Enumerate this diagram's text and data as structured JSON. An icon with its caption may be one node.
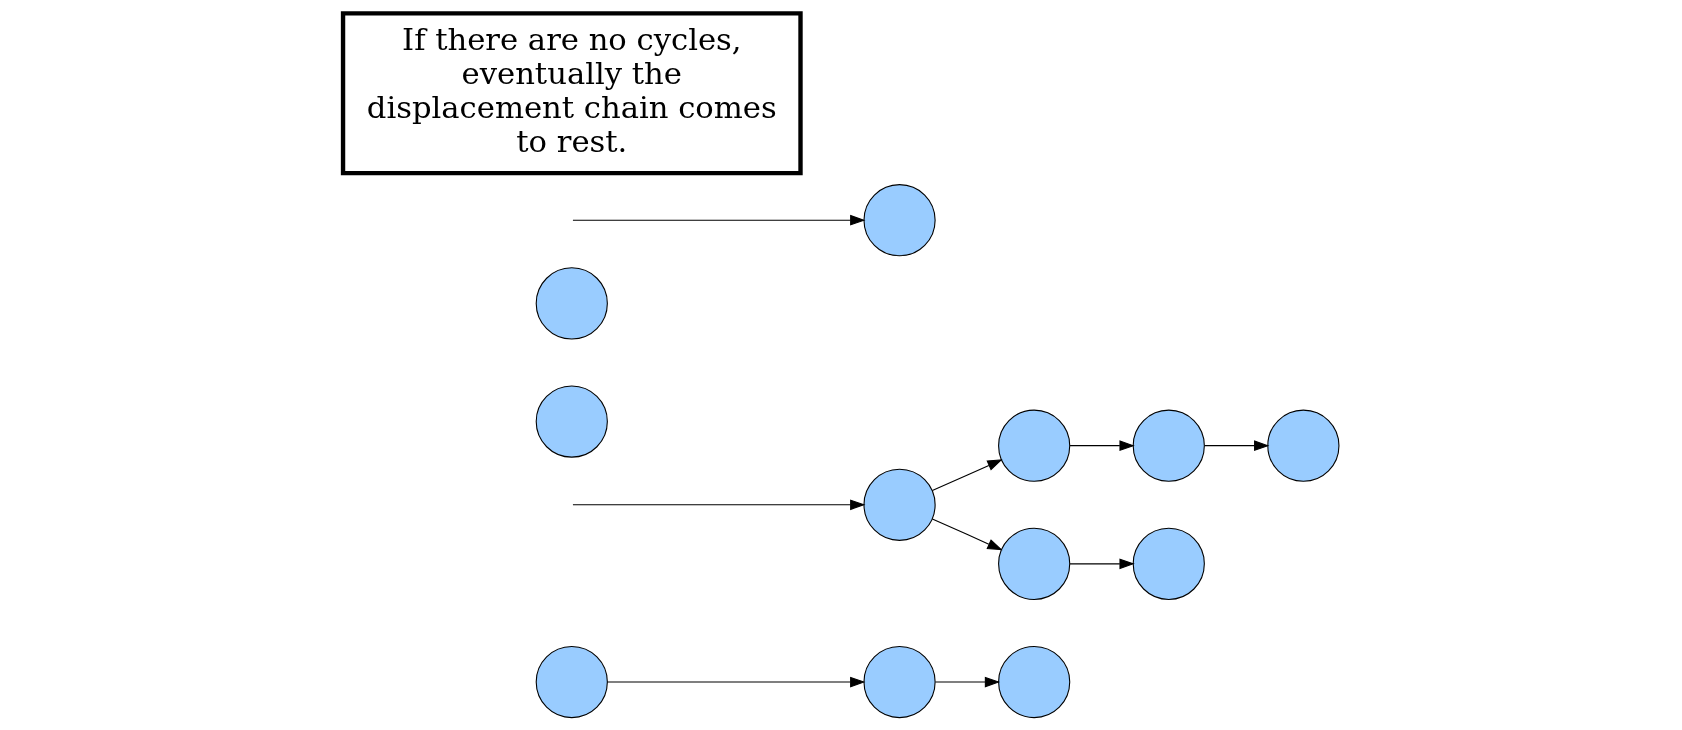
{
  "diagram": {
    "nodes": [
      {
        "text": [],
        "shape": "circle"
      },
      {
        "text": [],
        "shape": "circle"
      },
      {
        "text": [],
        "shape": "circle"
      },
      {
        "text": [],
        "shape": "circle"
      },
      {
        "text": [],
        "shape": "circle"
      },
      {
        "text": [],
        "shape": "circle"
      },
      {
        "text": [],
        "shape": "circle"
      },
      {
        "text": [],
        "shape": "circle"
      },
      {
        "text": [],
        "shape": "circle"
      },
      {
        "text": [],
        "shape": "circle"
      },
      {
        "text": [],
        "shape": "circle"
      },
      {
        "text": [],
        "shape": "circle"
      },
      {
        "text": [
          "If there are no cycles, eventually the displacement chain comes to rest."
        ]
      }
    ],
    "edges": [
      {
        "from": 0,
        "to": 1,
        "arrow": "to"
      },
      {
        "from": 1,
        "to": 5,
        "arrow": "to"
      },
      {
        "from": 6,
        "to": 2,
        "arrow": "to"
      },
      {
        "from": 2,
        "to": 3,
        "arrow": "to"
      },
      {
        "from": 3,
        "to": 9,
        "arrow": "to"
      },
      {
        "from": 6,
        "to": 8,
        "arrow": "to"
      },
      {
        "from": 8,
        "to": 7,
        "arrow": "to"
      },
      {
        "from": null,
        "to": 6,
        "arrow": "to"
      },
      {
        "from": null,
        "to": 11,
        "arrow": "to"
      }
    ]
  }
}
